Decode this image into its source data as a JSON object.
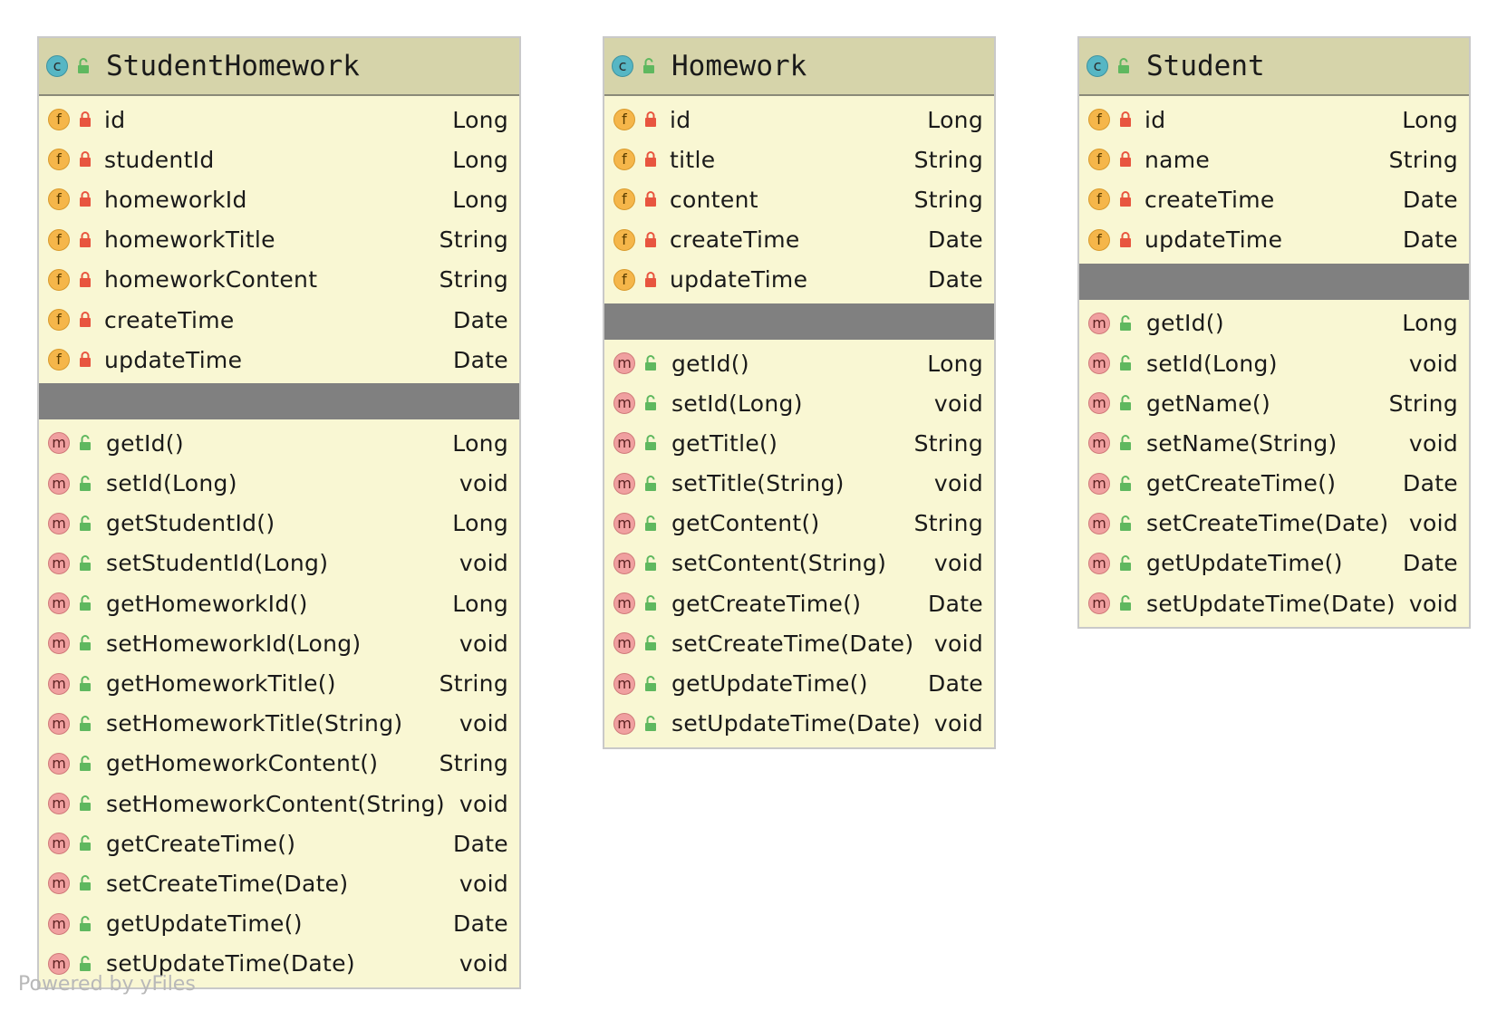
{
  "colors": {
    "header_bg": "#d6d4aa",
    "body_bg": "#f9f7d3",
    "divider": "#808080",
    "class_badge": "#56b6c4",
    "field_badge": "#f5b64a",
    "method_badge": "#f0a0a0",
    "lock_private": "#e8553f",
    "lock_public": "#5fb85f"
  },
  "badges": {
    "class": "c",
    "field": "f",
    "method": "m"
  },
  "classes": [
    {
      "name": "StudentHomework",
      "fields": [
        {
          "name": "id",
          "type": "Long"
        },
        {
          "name": "studentId",
          "type": "Long"
        },
        {
          "name": "homeworkId",
          "type": "Long"
        },
        {
          "name": "homeworkTitle",
          "type": "String"
        },
        {
          "name": "homeworkContent",
          "type": "String"
        },
        {
          "name": "createTime",
          "type": "Date"
        },
        {
          "name": "updateTime",
          "type": "Date"
        }
      ],
      "methods": [
        {
          "name": "getId()",
          "type": "Long"
        },
        {
          "name": "setId(Long)",
          "type": "void"
        },
        {
          "name": "getStudentId()",
          "type": "Long"
        },
        {
          "name": "setStudentId(Long)",
          "type": "void"
        },
        {
          "name": "getHomeworkId()",
          "type": "Long"
        },
        {
          "name": "setHomeworkId(Long)",
          "type": "void"
        },
        {
          "name": "getHomeworkTitle()",
          "type": "String"
        },
        {
          "name": "setHomeworkTitle(String)",
          "type": "void"
        },
        {
          "name": "getHomeworkContent()",
          "type": "String"
        },
        {
          "name": "setHomeworkContent(String)",
          "type": "void"
        },
        {
          "name": "getCreateTime()",
          "type": "Date"
        },
        {
          "name": "setCreateTime(Date)",
          "type": "void"
        },
        {
          "name": "getUpdateTime()",
          "type": "Date"
        },
        {
          "name": "setUpdateTime(Date)",
          "type": "void"
        }
      ]
    },
    {
      "name": "Homework",
      "fields": [
        {
          "name": "id",
          "type": "Long"
        },
        {
          "name": "title",
          "type": "String"
        },
        {
          "name": "content",
          "type": "String"
        },
        {
          "name": "createTime",
          "type": "Date"
        },
        {
          "name": "updateTime",
          "type": "Date"
        }
      ],
      "methods": [
        {
          "name": "getId()",
          "type": "Long"
        },
        {
          "name": "setId(Long)",
          "type": "void"
        },
        {
          "name": "getTitle()",
          "type": "String"
        },
        {
          "name": "setTitle(String)",
          "type": "void"
        },
        {
          "name": "getContent()",
          "type": "String"
        },
        {
          "name": "setContent(String)",
          "type": "void"
        },
        {
          "name": "getCreateTime()",
          "type": "Date"
        },
        {
          "name": "setCreateTime(Date)",
          "type": "void"
        },
        {
          "name": "getUpdateTime()",
          "type": "Date"
        },
        {
          "name": "setUpdateTime(Date)",
          "type": "void"
        }
      ]
    },
    {
      "name": "Student",
      "fields": [
        {
          "name": "id",
          "type": "Long"
        },
        {
          "name": "name",
          "type": "String"
        },
        {
          "name": "createTime",
          "type": "Date"
        },
        {
          "name": "updateTime",
          "type": "Date"
        }
      ],
      "methods": [
        {
          "name": "getId()",
          "type": "Long"
        },
        {
          "name": "setId(Long)",
          "type": "void"
        },
        {
          "name": "getName()",
          "type": "String"
        },
        {
          "name": "setName(String)",
          "type": "void"
        },
        {
          "name": "getCreateTime()",
          "type": "Date"
        },
        {
          "name": "setCreateTime(Date)",
          "type": "void"
        },
        {
          "name": "getUpdateTime()",
          "type": "Date"
        },
        {
          "name": "setUpdateTime(Date)",
          "type": "void"
        }
      ]
    }
  ],
  "watermark": "Powered by yFiles"
}
